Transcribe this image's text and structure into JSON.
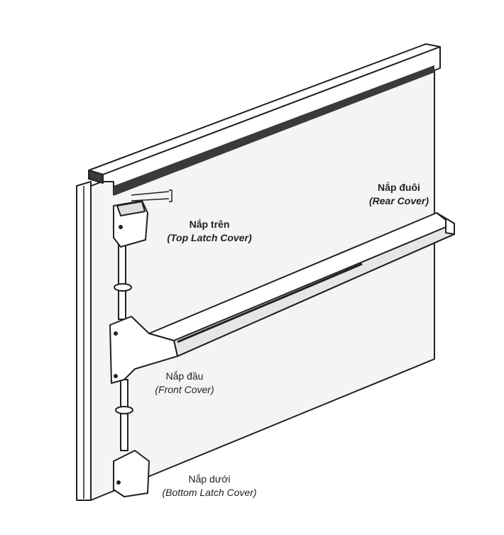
{
  "labels": {
    "rear": {
      "vi": "Nắp đuôi",
      "en": "(Rear Cover)"
    },
    "top": {
      "vi": "Nắp trên",
      "en": "(Top Latch Cover)"
    },
    "front": {
      "vi": "Nắp đầu",
      "en": "(Front Cover)"
    },
    "bottom": {
      "vi": "Nắp dưới",
      "en": "(Bottom Latch Cover)"
    }
  },
  "colors": {
    "line": "#231f20",
    "face": "#f3f3f3",
    "dark": "#3a3a3a"
  }
}
